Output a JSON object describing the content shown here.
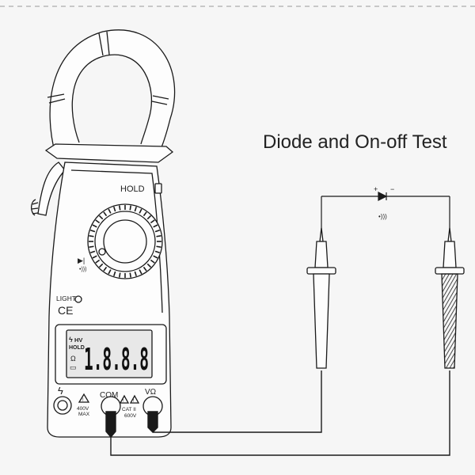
{
  "title": "Diode and On-off Test",
  "meter": {
    "hold_label": "HOLD",
    "light_label": "LIGHT",
    "ce_mark": "CE",
    "lcd": {
      "digits": "1.8.8.8",
      "hv": "HV",
      "hold": "HOLD",
      "lightning": "ϟ",
      "loop_symbol": "Ω",
      "battery_symbol": "▭"
    },
    "dial_diode_symbol": "▶|",
    "dial_sound_symbol": "•)))",
    "ports": {
      "com_label": "COM",
      "vohm_label": "VΩ",
      "left_rating_top": "400V",
      "left_rating_bottom": "MAX",
      "right_rating_top": "CAT II",
      "right_rating_bottom": "600V",
      "warning_symbol": "!",
      "lightning_symbol": "ϟ"
    }
  },
  "circuit": {
    "diode_plus": "+",
    "diode_minus": "−",
    "sound_symbol": "•)))"
  },
  "colors": {
    "line": "#1a1a1a",
    "background": "#f6f6f6",
    "lcd_background": "#e8e8e8"
  }
}
